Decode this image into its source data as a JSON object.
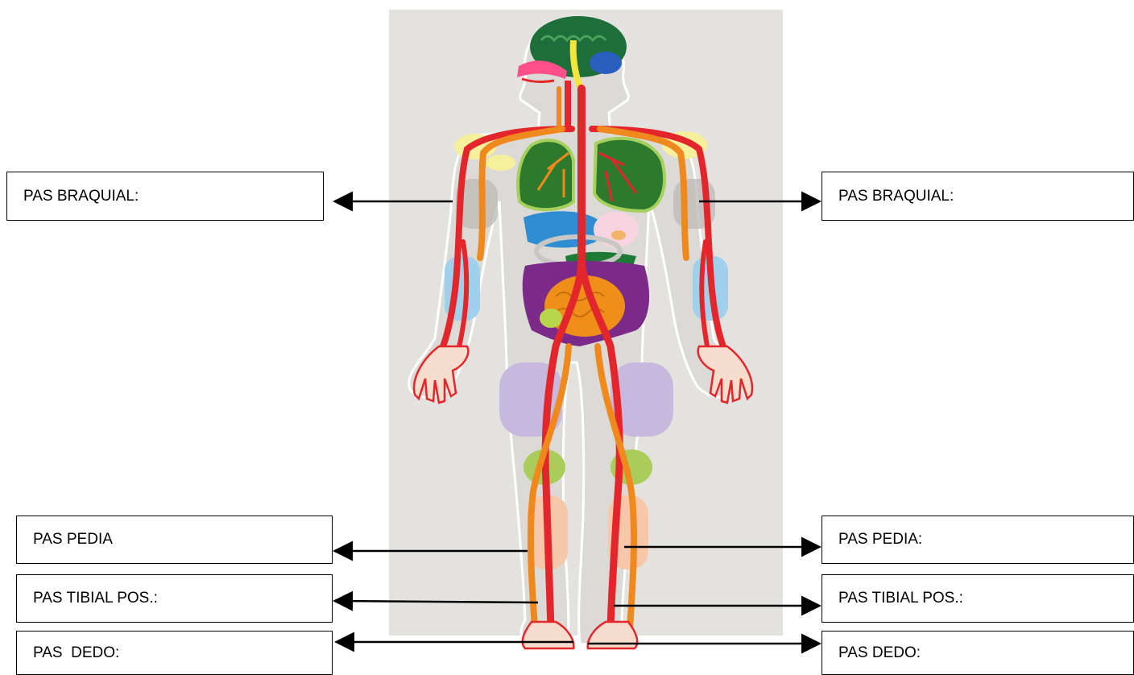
{
  "labels": {
    "left_brachial": "PAS BRAQUIAL:",
    "right_brachial": "PAS BRAQUIAL:",
    "left_pedia": "PAS PEDIA",
    "right_pedia": "PAS PEDIA:",
    "left_tibial": "PAS TIBIAL POS.:",
    "right_tibial": "PAS TIBIAL POS.:",
    "left_toe": "PAS  DEDO:",
    "right_toe": "PAS DEDO:"
  },
  "colors": {
    "panel": "#e4e2df",
    "artery": "#e3262b",
    "vein": "#f0891d",
    "brain": "#1e6e3a",
    "lung": "#2d7a2c",
    "colon": "#7b2a8a",
    "intestine": "#ef8f1a",
    "liver": "#2f8ed1",
    "arrow": "#000000"
  }
}
